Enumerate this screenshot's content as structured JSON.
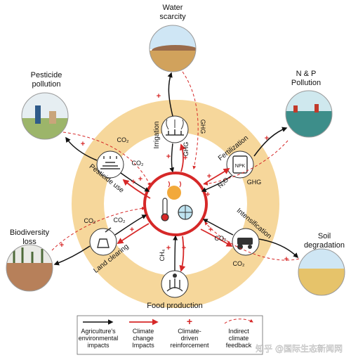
{
  "impacts": {
    "water_scarcity": [
      "Water",
      "scarcity"
    ],
    "np_pollution": [
      "N & P",
      "Pollution"
    ],
    "pesticide_pollution": [
      "Pesticide",
      "pollution"
    ],
    "biodiversity_loss": [
      "Biodiversity",
      "loss"
    ],
    "soil_degradation": [
      "Soil",
      "degradation"
    ]
  },
  "ring": {
    "irrigation": "Irrigation",
    "fertilization": "Fertilization",
    "pesticide_use": "Pesticide use",
    "land_clearing": "Land clearing",
    "intensification": "Intensification",
    "food_production": "Food production"
  },
  "gases": {
    "co2": "CO₂",
    "ghg": "GHG",
    "n2o": "N₂O",
    "ch4": "CH₄"
  },
  "fertilizer_bag": "NPK",
  "legend": {
    "item1": [
      "Agriculture's",
      "environmental",
      "impacts"
    ],
    "item2": [
      "Climate",
      "change",
      "Impacts"
    ],
    "item3": [
      "Climate-",
      "driven",
      "reinforcement"
    ],
    "item4": [
      "Indirect",
      "climate",
      "feedback"
    ]
  },
  "watermark": "知乎 @国际生态新闻网",
  "colors": {
    "ring": "#f6d79b",
    "red": "#d62828",
    "black": "#111111"
  }
}
